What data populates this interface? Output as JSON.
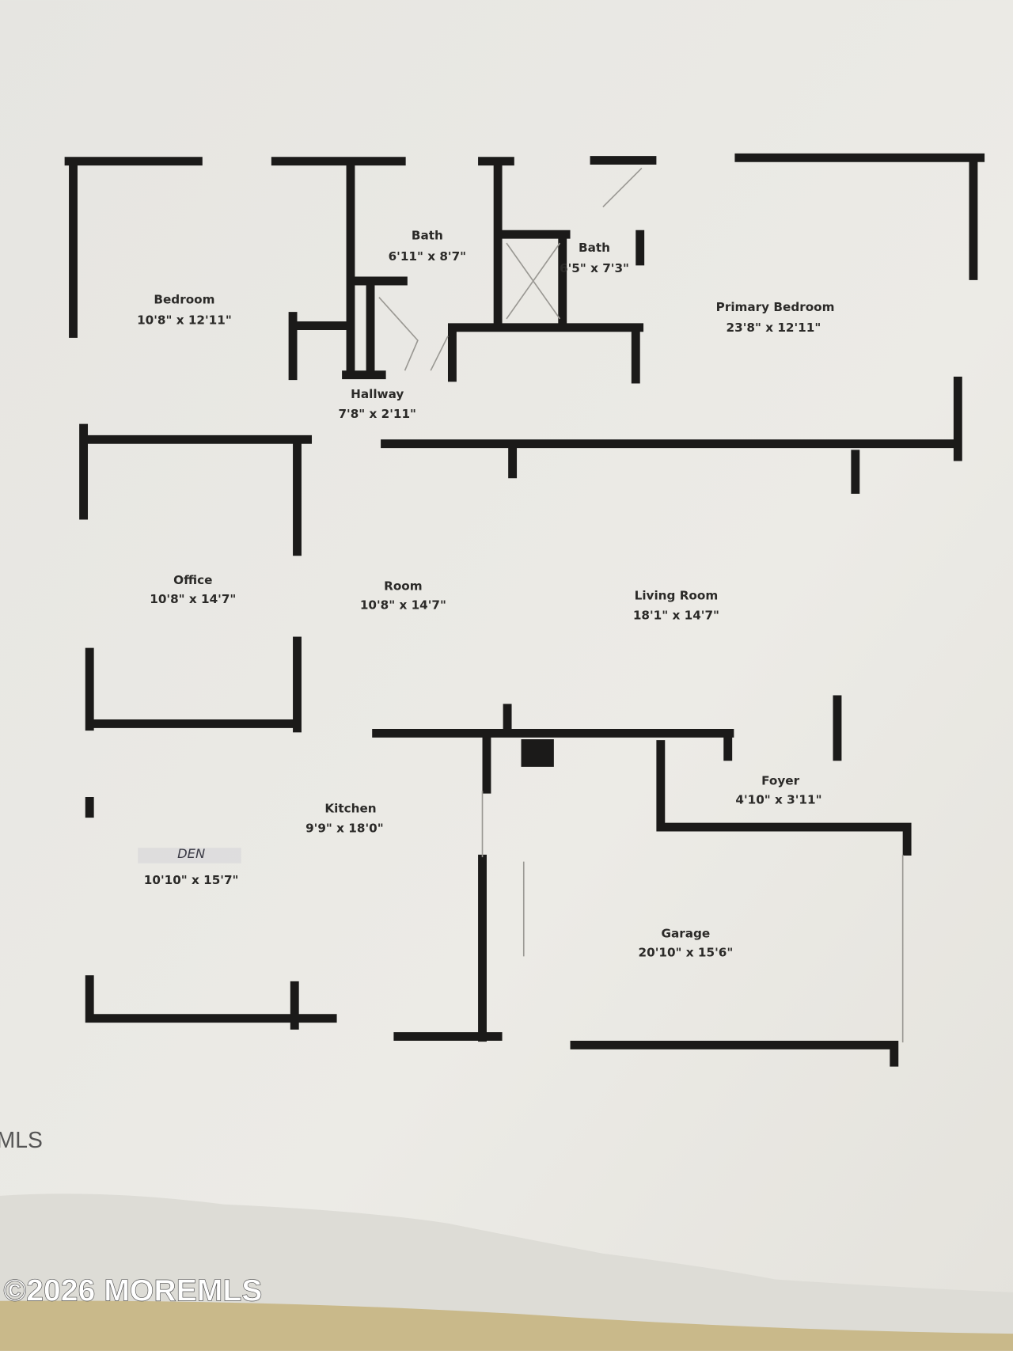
{
  "rooms": [
    {
      "name": "Bedroom",
      "size": "10'8\" x 12'11\""
    },
    {
      "name": "Bath",
      "size": "6'11\" x 8'7\""
    },
    {
      "name": "Bath",
      "size": "6'5\" x 7'3\""
    },
    {
      "name": "Primary Bedroom",
      "size": "23'8\" x 12'11\""
    },
    {
      "name": "Hallway",
      "size": "7'8\" x 2'11\""
    },
    {
      "name": "Office",
      "size": "10'8\" x 14'7\""
    },
    {
      "name": "Room",
      "size": "10'8\" x 14'7\""
    },
    {
      "name": "Living Room",
      "size": "18'1\" x 14'7\""
    },
    {
      "name": "Kitchen",
      "size": "9'9\" x 18'0\""
    },
    {
      "name": "DEN",
      "size": "10'10\" x 15'7\""
    },
    {
      "name": "Foyer",
      "size": "4'10\" x 3'11\""
    },
    {
      "name": "Garage",
      "size": "20'10\" x 15'6\""
    }
  ],
  "partial_text": "MLS",
  "watermark": "©2026 MOREMLS"
}
